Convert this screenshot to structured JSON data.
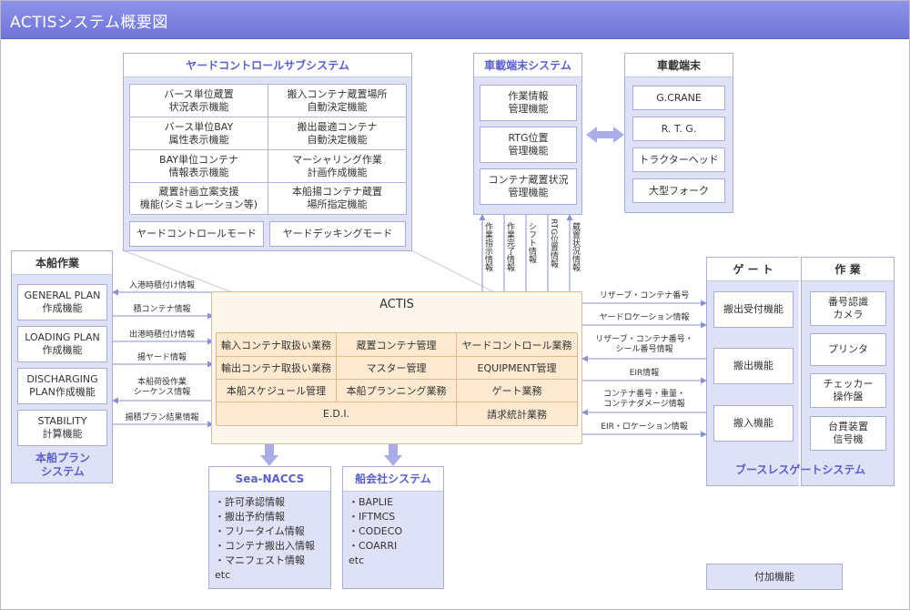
{
  "title": "ACTISシステム概要図",
  "yard": {
    "title": "ヤードコントロールサブシステム",
    "left": [
      "バース単位蔵置\n状況表示機能",
      "バース単位BAY\n属性表示機能",
      "BAY単位コンテナ\n情報表示機能",
      "蔵置計画立案支援\n機能(シミュレーション等)"
    ],
    "right": [
      "搬入コンテナ蔵置場所\n自動決定機能",
      "搬出最適コンテナ\n自動決定機能",
      "マーシャリング作業\n計画作成機能",
      "本船揚コンテナ蔵置\n場所指定機能"
    ],
    "mode_left": "ヤードコントロールモード",
    "mode_right": "ヤードデッキングモード"
  },
  "vehsys": {
    "title": "車載端末システム",
    "items": [
      "作業情報\n管理機能",
      "RTG位置\n管理機能",
      "コンテナ蔵置状況\n管理機能"
    ]
  },
  "veh": {
    "title": "車載端末",
    "items": [
      "G.CRANE",
      "R. T. G.",
      "トラクターヘッド",
      "大型フォーク"
    ]
  },
  "vert_labels": [
    "作業指示情報",
    "作業完了情報",
    "シフト情報",
    "RTG位置情報",
    "蔵置状況情報"
  ],
  "ship": {
    "title": "本船作業",
    "items": [
      "GENERAL PLAN\n作成機能",
      "LOADING PLAN\n作成機能",
      "DISCHARGING\nPLAN作成機能",
      "STABILITY\n計算機能"
    ],
    "footer": "本船プラン\nシステム"
  },
  "left_labels": [
    "入港時積付け情報",
    "積コンテナ情報",
    "出港時積付け情報",
    "揚ヤード情報",
    "本船荷役作業\nシーケンス情報",
    "揚積プラン結果情報"
  ],
  "actis": {
    "title": "ACTIS",
    "rows": [
      [
        "輸入コンテナ取扱い業務",
        "蔵置コンテナ管理",
        "ヤードコントロール業務"
      ],
      [
        "輸出コンテナ取扱い業務",
        "マスター管理",
        "EQUIPMENT管理"
      ],
      [
        "本船スケジュール管理",
        "本船プランニング業務",
        "ゲート業務"
      ]
    ],
    "edi": "E.D.I.",
    "billing": "請求統計業務"
  },
  "right_labels": [
    "リザーブ・コンテナ番号",
    "ヤードロケーション情報",
    "リザーブ・コンテナ番号・\nシール番号情報",
    "EIR情報",
    "コンテナ番号・重量・\nコンテナダメージ情報",
    "EIR・ロケーション情報"
  ],
  "gate": {
    "title": "ゲ ー ト",
    "items": [
      "搬出受付機能",
      "搬出機能",
      "搬入機能"
    ],
    "footer": "ブースレスゲートシステム"
  },
  "work": {
    "title": "作 業",
    "items": [
      "番号認識\nカメラ",
      "プリンタ",
      "チェッカー\n操作盤",
      "台貫装置\n信号機"
    ]
  },
  "naccs": {
    "title": "Sea-NACCS",
    "items": [
      "・許可承認情報",
      "・搬出予約情報",
      "・フリータイム情報",
      "・コンテナ搬出入情報",
      "・マニフェスト情報",
      "etc"
    ]
  },
  "carrier": {
    "title": "船会社システム",
    "items": [
      "・BAPLIE",
      "・IFTMCS",
      "・CODECO",
      "・COARRI",
      "etc"
    ]
  },
  "extra": "付加機能"
}
